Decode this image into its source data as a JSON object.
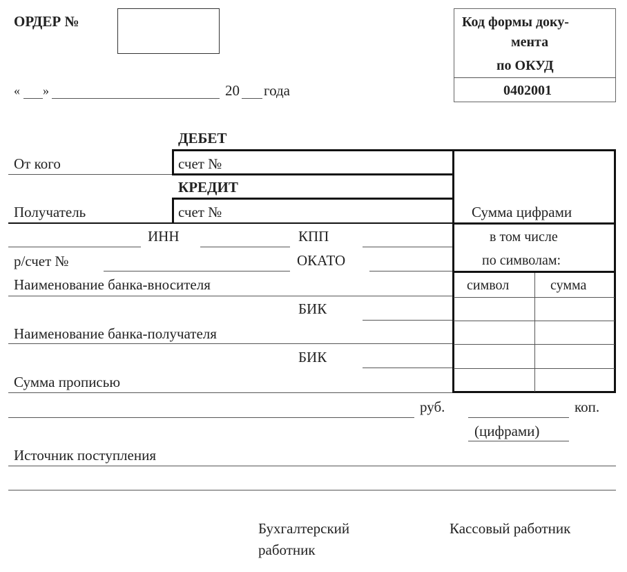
{
  "header": {
    "order_label": "ОРДЕР №",
    "date_open_quote": "«",
    "date_close_quote": "»",
    "year_prefix": "20",
    "year_suffix": "года"
  },
  "okud": {
    "title_line1": "Код формы доку-",
    "title_line2": "мента",
    "title_line3": "по ОКУД",
    "code": "0402001"
  },
  "debit": {
    "heading": "ДЕБЕТ",
    "account_label": "счет №"
  },
  "credit": {
    "heading": "КРЕДИТ",
    "account_label": "счет №"
  },
  "fields": {
    "from_whom": "От кого",
    "recipient": "Получатель",
    "inn": "ИНН",
    "kpp": "КПП",
    "account": "р/счет №",
    "okato": "ОКАТО",
    "depositor_bank": "Наименование банка-вносителя",
    "bik1": "БИК",
    "recipient_bank": "Наименование банка-получателя",
    "bik2": "БИК",
    "amount_words": "Сумма прописью",
    "rub": "руб.",
    "kop": "коп.",
    "in_digits": "(цифрами)",
    "source": "Источник поступления"
  },
  "sum_box": {
    "amount_digits": "Сумма цифрами",
    "including_line1": "в том числе",
    "including_line2": "по символам:",
    "col_symbol": "символ",
    "col_sum": "сумма"
  },
  "signatures": {
    "accountant_line1": "Бухгалтерский",
    "accountant_line2": "работник",
    "cashier": "Кассовый работник"
  }
}
